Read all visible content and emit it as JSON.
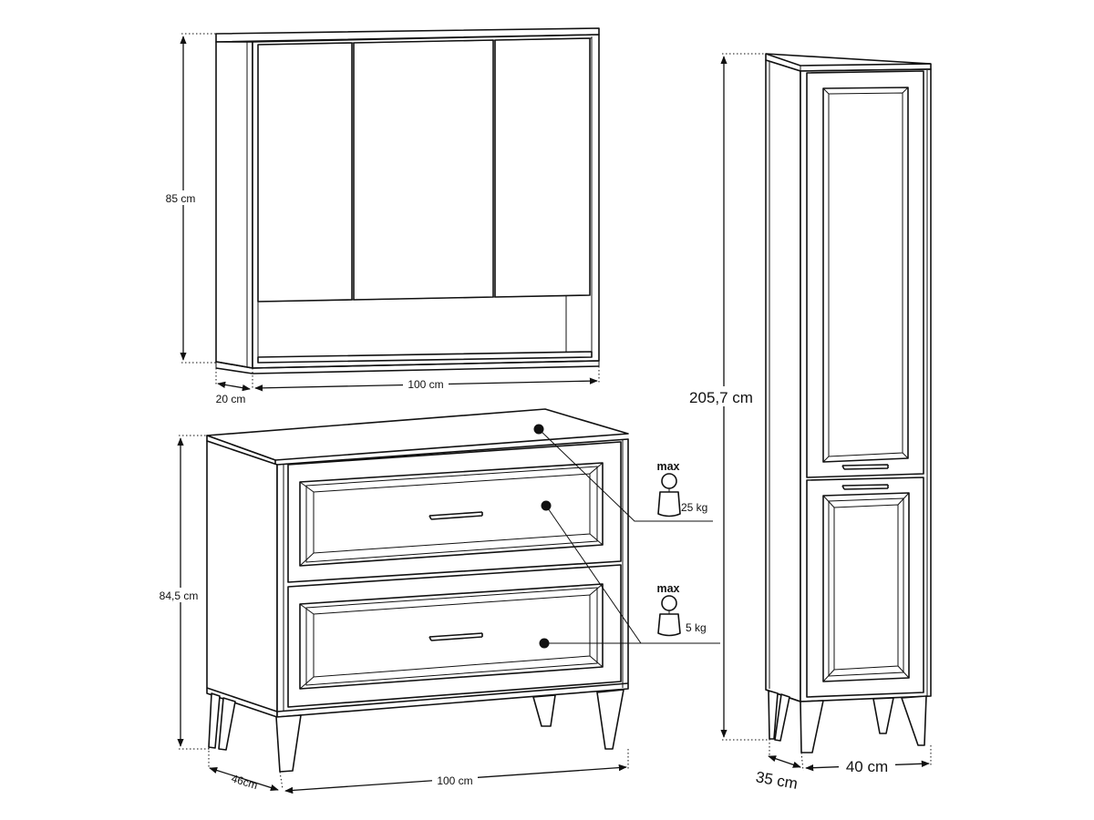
{
  "wall_cabinet": {
    "height": "85 cm",
    "width": "100 cm",
    "depth": "20 cm"
  },
  "dresser": {
    "height": "84,5 cm",
    "width": "100 cm",
    "depth": "46cm",
    "load_top": {
      "label": "max",
      "value": "25 kg"
    },
    "load_drawer": {
      "label": "max",
      "value": "5 kg"
    }
  },
  "tall_cabinet": {
    "height": "205,7 cm",
    "width": "40 cm",
    "depth": "35 cm"
  }
}
